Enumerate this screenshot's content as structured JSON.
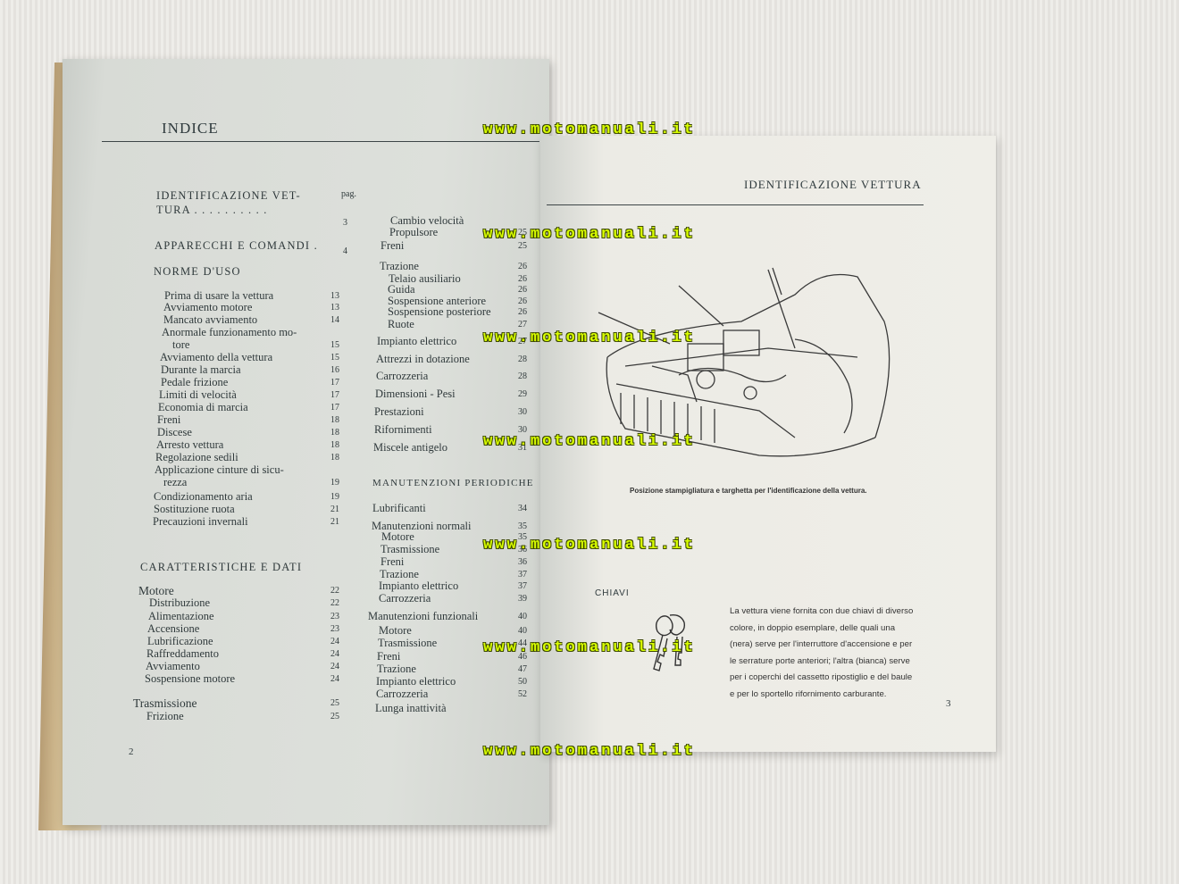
{
  "watermark": "www.motomanuali.it",
  "left_page": {
    "title": "INDICE",
    "page_number": "2",
    "col1": [
      {
        "type": "head",
        "text": "IDENTIFICAZIONE VET-"
      },
      {
        "type": "head",
        "text": "TURA . . . . . . . . . ."
      },
      {
        "type": "pag",
        "text": "pag."
      },
      {
        "type": "num",
        "text": "3"
      },
      {
        "type": "head",
        "text": "APPARECCHI E COMANDI ."
      },
      {
        "type": "num",
        "text": "4"
      },
      {
        "type": "head",
        "text": "NORME D'USO"
      },
      {
        "type": "item",
        "text": "Prima di usare la vettura",
        "num": "13"
      },
      {
        "type": "item",
        "text": "Avviamento motore",
        "num": "13"
      },
      {
        "type": "item",
        "text": "Mancato avviamento",
        "num": "14"
      },
      {
        "type": "item",
        "text": "Anormale funzionamento mo-",
        "num": ""
      },
      {
        "type": "item",
        "text": "tore",
        "num": "15"
      },
      {
        "type": "item",
        "text": "Avviamento della vettura",
        "num": "15"
      },
      {
        "type": "item",
        "text": "Durante la marcia",
        "num": "16"
      },
      {
        "type": "item",
        "text": "Pedale frizione",
        "num": "17"
      },
      {
        "type": "item",
        "text": "Limiti di velocità",
        "num": "17"
      },
      {
        "type": "item",
        "text": "Economia di marcia",
        "num": "17"
      },
      {
        "type": "item",
        "text": "Freni",
        "num": "18"
      },
      {
        "type": "item",
        "text": "Discese",
        "num": "18"
      },
      {
        "type": "item",
        "text": "Arresto vettura",
        "num": "18"
      },
      {
        "type": "item",
        "text": "Regolazione sedili",
        "num": "18"
      },
      {
        "type": "item",
        "text": "Applicazione cinture di sicu-",
        "num": ""
      },
      {
        "type": "item",
        "text": "rezza",
        "num": "19"
      },
      {
        "type": "item",
        "text": "Condizionamento aria",
        "num": "19"
      },
      {
        "type": "item",
        "text": "Sostituzione ruota",
        "num": "21"
      },
      {
        "type": "item",
        "text": "Precauzioni invernali",
        "num": "21"
      },
      {
        "type": "head",
        "text": "CARATTERISTICHE E DATI"
      },
      {
        "type": "big",
        "text": "Motore",
        "num": "22"
      },
      {
        "type": "item",
        "text": "Distribuzione",
        "num": "22"
      },
      {
        "type": "item",
        "text": "Alimentazione",
        "num": "23"
      },
      {
        "type": "item",
        "text": "Accensione",
        "num": "23"
      },
      {
        "type": "item",
        "text": "Lubrificazione",
        "num": "24"
      },
      {
        "type": "item",
        "text": "Raffreddamento",
        "num": "24"
      },
      {
        "type": "item",
        "text": "Avviamento",
        "num": "24"
      },
      {
        "type": "item",
        "text": "Sospensione motore",
        "num": "24"
      },
      {
        "type": "big",
        "text": "Trasmissione",
        "num": "25"
      },
      {
        "type": "item",
        "text": "Frizione",
        "num": "25"
      }
    ],
    "col2": [
      {
        "text": "Cambio velocità",
        "num": ""
      },
      {
        "text": "Propulsore",
        "num": "25"
      },
      {
        "text": "Freni",
        "num": "25"
      },
      {
        "text": "Trazione",
        "num": "26"
      },
      {
        "text": "Telaio ausiliario",
        "num": "26"
      },
      {
        "text": "Guida",
        "num": "26"
      },
      {
        "text": "Sospensione anteriore",
        "num": "26"
      },
      {
        "text": "Sospensione posteriore",
        "num": "26"
      },
      {
        "text": "Ruote",
        "num": "27"
      },
      {
        "text": "Impianto elettrico",
        "num": "27"
      },
      {
        "text": "Attrezzi in dotazione",
        "num": "28"
      },
      {
        "text": "Carrozzeria",
        "num": "28"
      },
      {
        "text": "Dimensioni - Pesi",
        "num": "29"
      },
      {
        "text": "Prestazioni",
        "num": "30"
      },
      {
        "text": "Rifornimenti",
        "num": "30"
      },
      {
        "text": "Miscele antigelo",
        "num": "31"
      },
      {
        "text": "MANUTENZIONI PERIODICHE",
        "num": ""
      },
      {
        "text": "Lubrificanti",
        "num": "34"
      },
      {
        "text": "Manutenzioni normali",
        "num": "35"
      },
      {
        "text": "Motore",
        "num": "35"
      },
      {
        "text": "Trasmissione",
        "num": "36"
      },
      {
        "text": "Freni",
        "num": "36"
      },
      {
        "text": "Trazione",
        "num": "37"
      },
      {
        "text": "Impianto elettrico",
        "num": "37"
      },
      {
        "text": "Carrozzeria",
        "num": "39"
      },
      {
        "text": "Manutenzioni funzionali",
        "num": "40"
      },
      {
        "text": "Motore",
        "num": "40"
      },
      {
        "text": "Trasmissione",
        "num": "44"
      },
      {
        "text": "Freni",
        "num": "46"
      },
      {
        "text": "Trazione",
        "num": "47"
      },
      {
        "text": "Impianto elettrico",
        "num": "50"
      },
      {
        "text": "Carrozzeria",
        "num": "52"
      },
      {
        "text": "Lunga inattività",
        "num": ""
      }
    ]
  },
  "right_page": {
    "title": "IDENTIFICAZIONE VETTURA",
    "caption": "Posizione stampigliatura e targhetta per l'identificazione della vettura.",
    "chiavi_title": "CHIAVI",
    "chiavi_text": "La vettura viene fornita con due chiavi di diverso colore, in doppio esemplare, delle quali una (nera) serve per l'interruttore d'accensione e per le serrature porte anteriori; l'altra (bianca) serve per i coperchi del cassetto ripostiglio e del baule e per lo sportello rifornimento carburante.",
    "page_number": "3"
  }
}
